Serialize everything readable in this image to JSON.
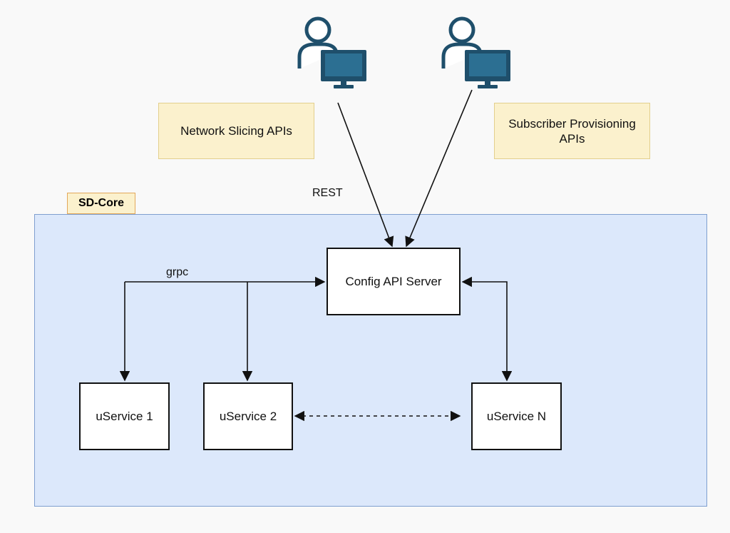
{
  "colors": {
    "user_icon": "#1f4f6b",
    "note_fill": "#fbf1cd",
    "region_fill": "#dce8fb",
    "line": "#111111"
  },
  "actors": [
    {
      "id": "user-left",
      "icon": "user-with-computer-icon"
    },
    {
      "id": "user-right",
      "icon": "user-with-computer-icon"
    }
  ],
  "notes": {
    "network_slicing": "Network Slicing APIs",
    "subscriber_provisioning": "Subscriber Provisioning APIs"
  },
  "region": {
    "label": "SD-Core"
  },
  "nodes": {
    "config_api_server": "Config API Server",
    "uservice_1": "uService 1",
    "uservice_2": "uService 2",
    "uservice_n": "uService N"
  },
  "edge_labels": {
    "rest": "REST",
    "grpc": "grpc"
  },
  "edges": [
    {
      "from": "user-left",
      "to": "config_api_server",
      "style": "solid",
      "arrow": "end"
    },
    {
      "from": "user-right",
      "to": "config_api_server",
      "style": "solid",
      "arrow": "end"
    },
    {
      "from": "config_api_server",
      "to": "uservice_1",
      "style": "solid",
      "arrow": "end"
    },
    {
      "from": "config_api_server",
      "to": "uservice_2",
      "style": "solid",
      "arrow": "end"
    },
    {
      "from": "config_api_server",
      "to": "uservice_n",
      "style": "solid",
      "arrow": "both"
    },
    {
      "from": "uservice_2",
      "to": "uservice_n",
      "style": "dashed",
      "arrow": "both"
    }
  ]
}
